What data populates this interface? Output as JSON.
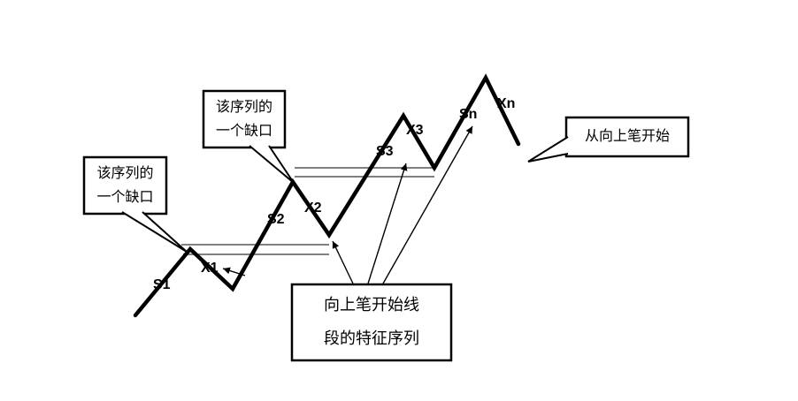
{
  "diagram": {
    "point_labels": [
      {
        "id": "s1",
        "text": "S1"
      },
      {
        "id": "x1",
        "text": "X1"
      },
      {
        "id": "s2",
        "text": "S2"
      },
      {
        "id": "x2",
        "text": "X2"
      },
      {
        "id": "s3",
        "text": "S3"
      },
      {
        "id": "x3",
        "text": "X3"
      },
      {
        "id": "sn",
        "text": "Sn"
      },
      {
        "id": "xn",
        "text": "Xn"
      }
    ],
    "callouts": {
      "gap_left": {
        "line1": "该序列的",
        "line2": "一个缺口"
      },
      "gap_top": {
        "line1": "该序列的",
        "line2": "一个缺口"
      },
      "start_right": {
        "line1": "从向上笔开始"
      },
      "feature_bottom": {
        "line1": "向上笔开始线",
        "line2": "段的特征序列"
      }
    },
    "colors": {
      "stroke": "#000000",
      "gap_line": "#808080",
      "background": "#ffffff"
    }
  }
}
